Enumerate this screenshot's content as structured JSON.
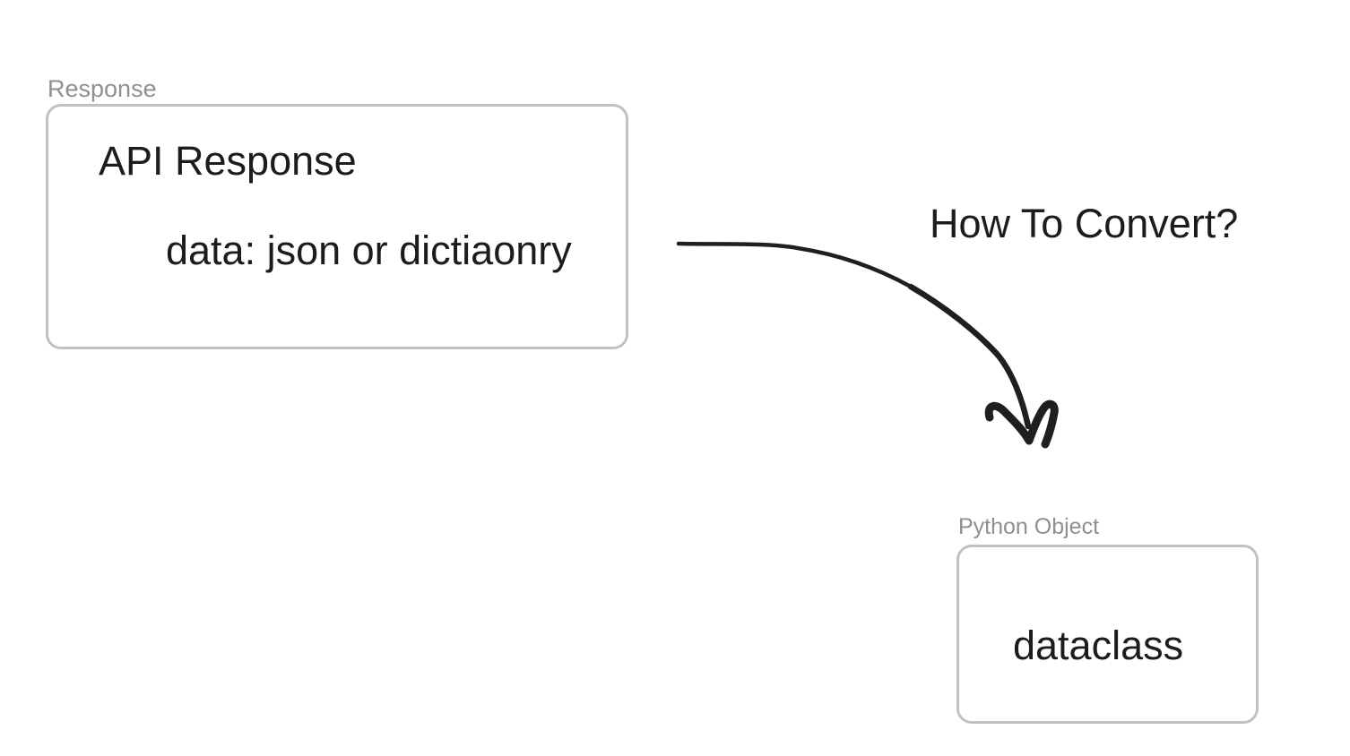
{
  "colors": {
    "background": "#ffffff",
    "box_border": "#c1c1c1",
    "label_text": "#8f8f8f",
    "body_text": "#1c1c1c",
    "arrow": "#1f1f1f"
  },
  "response_group": {
    "label": "Response",
    "title": "API Response",
    "detail": "data: json or dictiaonry"
  },
  "question_text": "How To Convert?",
  "arrow_icon": "curved-arrow-down-right",
  "python_group": {
    "label": "Python Object",
    "content": "dataclass"
  }
}
